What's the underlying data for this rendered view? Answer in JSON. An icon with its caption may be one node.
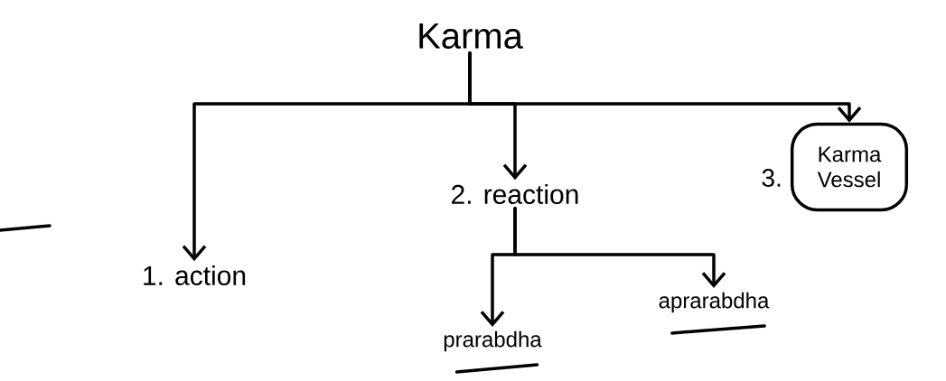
{
  "diagram": {
    "nodes": [
      {
        "text": [
          "Karma"
        ]
      },
      {
        "text": [
          "1. action"
        ]
      },
      {
        "text": [
          "2. reaction"
        ]
      },
      {
        "text": [
          "3.",
          "Karma Vessel"
        ]
      },
      {
        "text": [
          "prarabdha"
        ]
      },
      {
        "text": [
          "aprarabdha"
        ]
      }
    ],
    "edges": [
      {
        "from": 0,
        "to": 1,
        "arrow": "to"
      },
      {
        "from": 0,
        "to": 2,
        "arrow": "to"
      },
      {
        "from": 0,
        "to": 3,
        "arrow": "to"
      },
      {
        "from": 2,
        "to": 4,
        "arrow": "to"
      },
      {
        "from": 2,
        "to": 5,
        "arrow": "to"
      }
    ]
  }
}
